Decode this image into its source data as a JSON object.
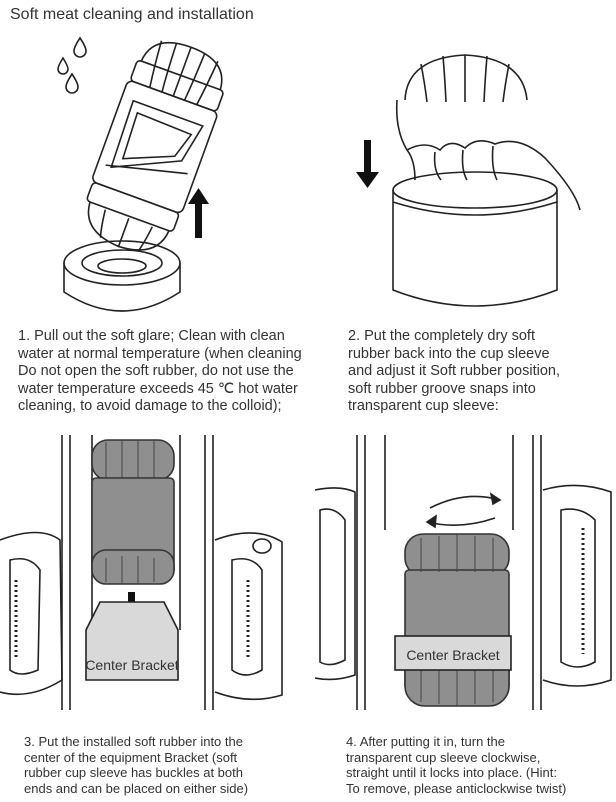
{
  "title": "Soft meat cleaning and installation",
  "steps": [
    {
      "caption": "1. Pull out the soft glare; Clean with clean\nwater at normal temperature (when cleaning\nDo not open the soft rubber, do not use the\nwater temperature exceeds 45 ℃ hot water\ncleaning, to avoid damage to the colloid);",
      "illustration": "cleaning-illustration"
    },
    {
      "caption": "2. Put the completely dry soft\nrubber back into the cup sleeve\nand adjust it Soft rubber position,\nsoft rubber groove snaps into\ntransparent cup sleeve:",
      "illustration": "insert-illustration"
    },
    {
      "caption": "3. Put the installed soft rubber into the\ncenter of the equipment Bracket (soft\nrubber cup sleeve has buckles at both\nends and can be placed on either side)",
      "illustration": "bracket-illustration",
      "label": "Center Bracket"
    },
    {
      "caption": "4. After putting it in, turn the\ntransparent cup sleeve clockwise,\nstraight until it locks into place. (Hint:\nTo remove, please anticlockwise twist)",
      "illustration": "lock-illustration",
      "label": "Center Bracket"
    }
  ],
  "colors": {
    "line": "#222222",
    "gray_fill": "#8f8f8f",
    "gray_dark": "#6e6e6e",
    "bracket_fill": "#d9d9d9"
  }
}
